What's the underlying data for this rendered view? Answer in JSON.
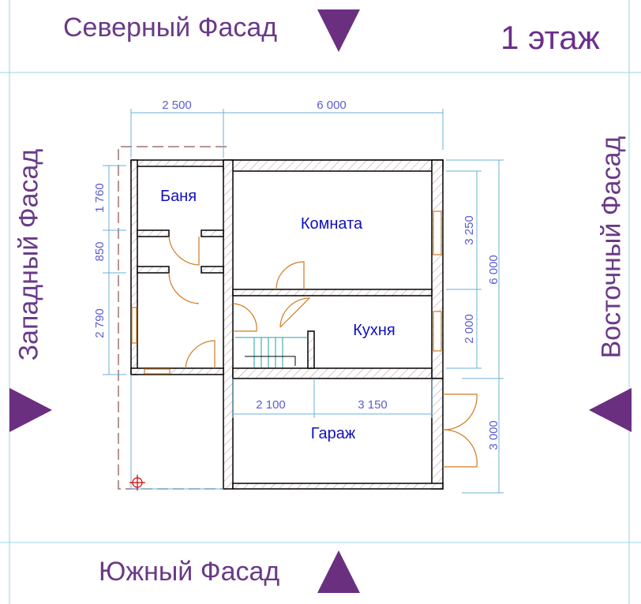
{
  "floor_label": "1 этаж",
  "facades": {
    "north": "Северный Фасад",
    "south": "Южный Фасад",
    "west": "Западный Фасад",
    "east": "Восточный Фасад"
  },
  "rooms": {
    "banya": "Баня",
    "komnata": "Комната",
    "kukhnya": "Кухня",
    "garazh": "Гараж"
  },
  "dimensions": {
    "top_left": "2 500",
    "top_right": "6 000",
    "left_1": "1 760",
    "left_2": "850",
    "left_3": "2 790",
    "right_1": "3 250",
    "right_2": "2 000",
    "right_total": "6 000",
    "right_garage": "3 000",
    "garage_1": "2 100",
    "garage_2": "3 150"
  },
  "colors": {
    "facade_text": "#6a3a86",
    "triangle": "#6b2f80",
    "dimension": "#5b5bd0",
    "room_label": "#1010c0",
    "wall_hatch": "#b47a7a",
    "door": "#d07a20"
  }
}
